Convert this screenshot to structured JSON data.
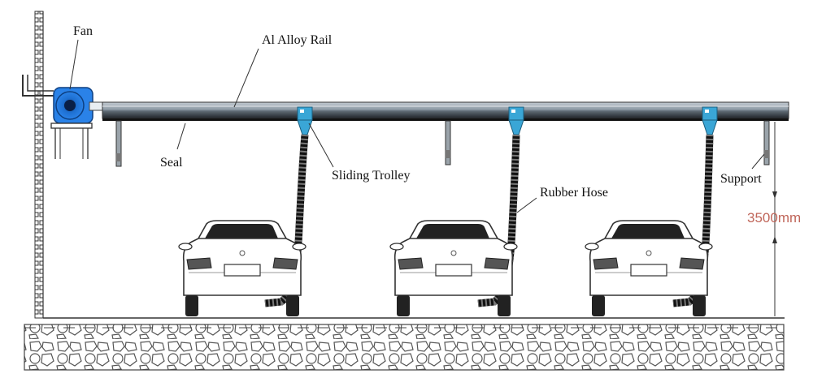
{
  "labels": {
    "fan": "Fan",
    "rail": "Al Alloy Rail",
    "seal": "Seal",
    "trolley": "Sliding Trolley",
    "hose": "Rubber Hose",
    "support": "Support",
    "height": "3500mm"
  },
  "colors": {
    "fan": "#1e6fd0",
    "trolley": "#3aa6d6",
    "rail": "#8d9aa5",
    "dimension": "#c0665a"
  }
}
